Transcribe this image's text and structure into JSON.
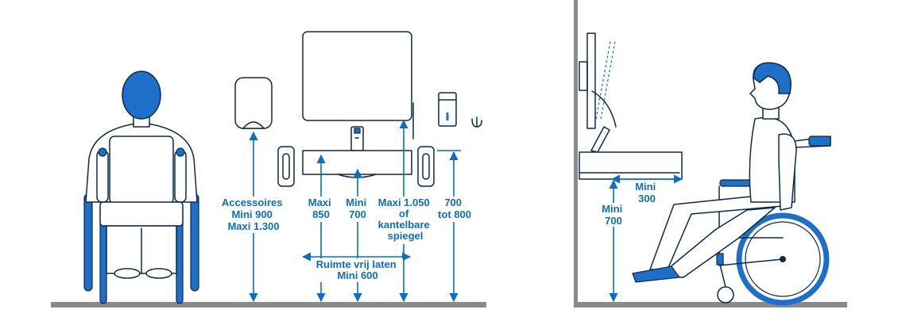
{
  "colors": {
    "accent": "#0a6fc2",
    "line": "#0b2a4a",
    "fill": "#1e6fc8",
    "floor": "#8a8a8a"
  },
  "front_view": {
    "accessories_height": [
      "Accessoires",
      "Mini 900",
      "Maxi 1.300"
    ],
    "sink_max_height": [
      "Maxi",
      "850"
    ],
    "sink_min_height": [
      "Mini",
      "700"
    ],
    "mirror_height": [
      "Maxi 1.050",
      "of",
      "kantelbare",
      "spiegel"
    ],
    "grab_bar_height": [
      "700",
      "tot 800"
    ],
    "free_space": [
      "Ruimte vrij laten",
      "Mini 600"
    ]
  },
  "side_view": {
    "depth": [
      "Mini",
      "300"
    ],
    "knee_height": [
      "Mini",
      "700"
    ]
  }
}
